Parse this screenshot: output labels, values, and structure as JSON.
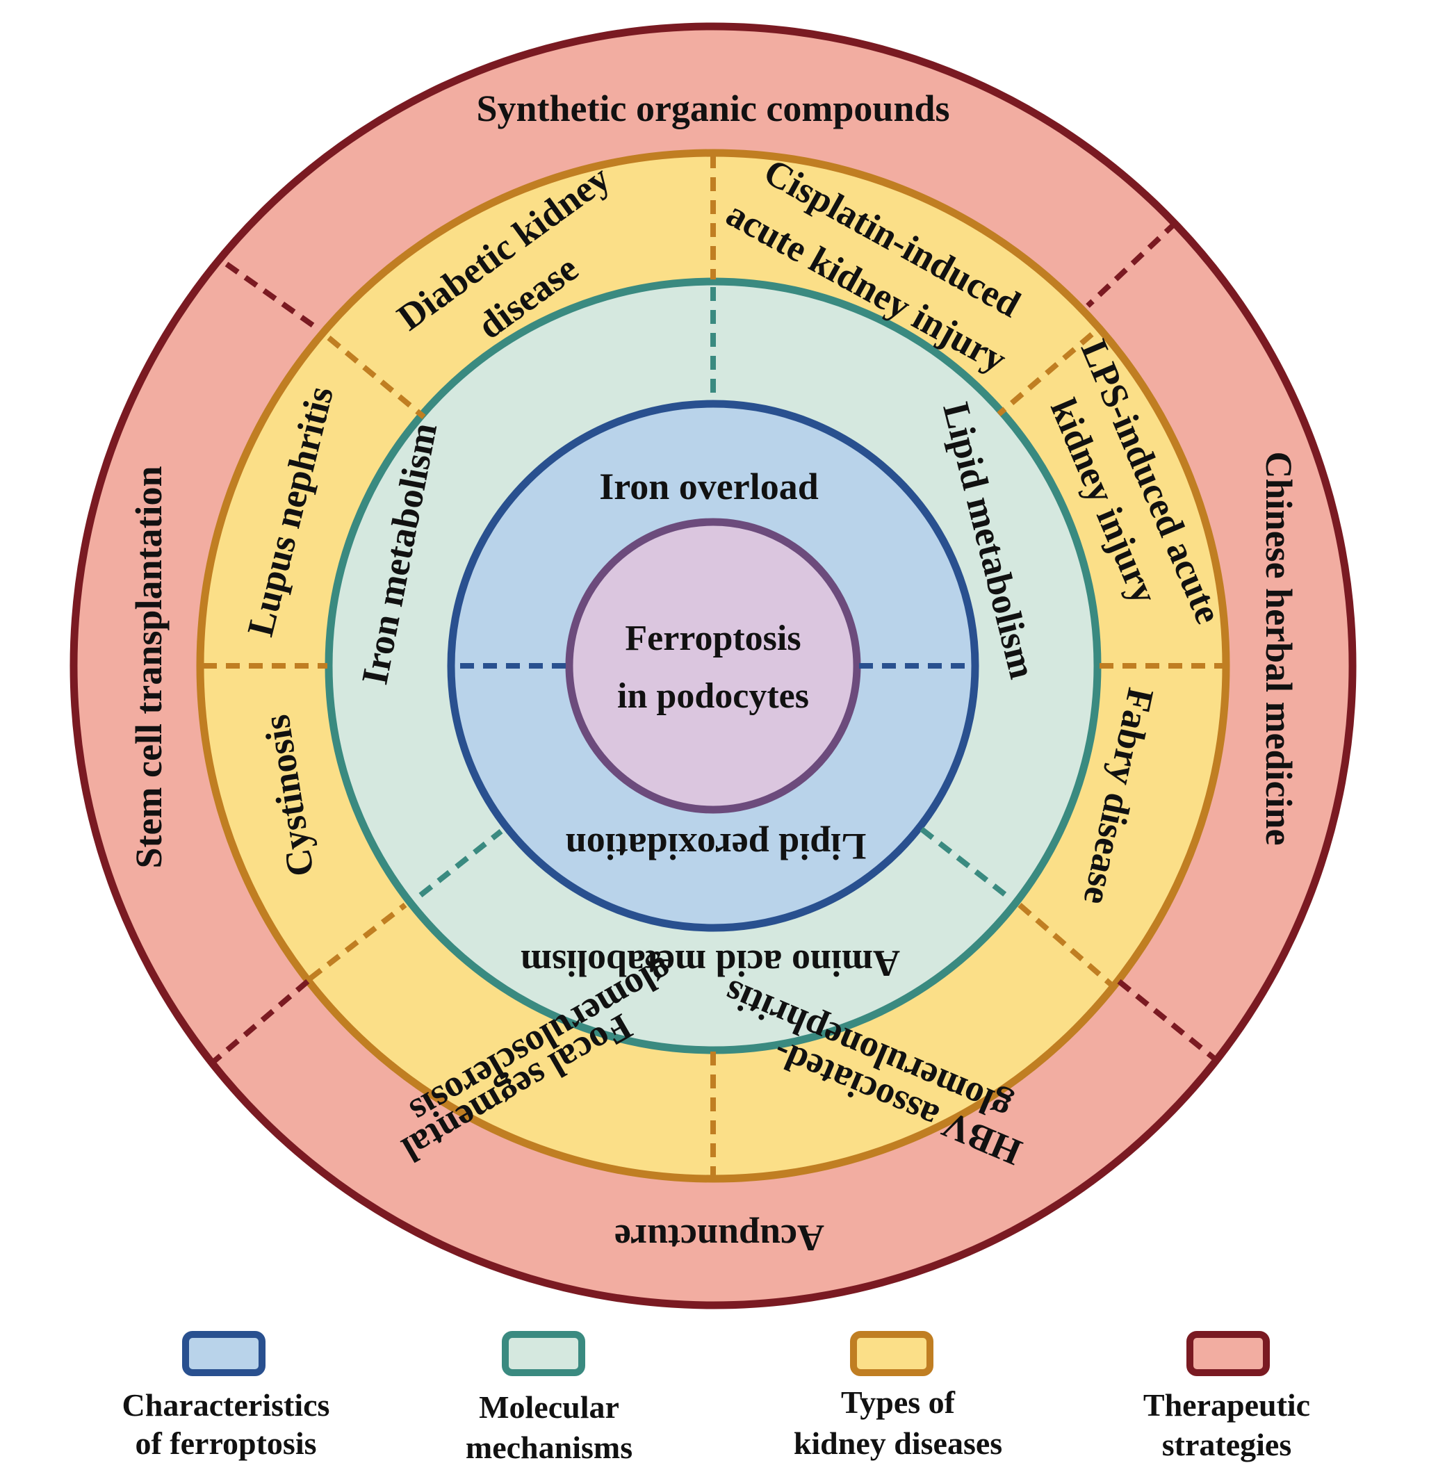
{
  "center": {
    "line1": "Ferroptosis",
    "line2": "in podocytes"
  },
  "characteristics": {
    "top": "Iron overload",
    "bottom": "Lipid peroxidation"
  },
  "mechanisms": {
    "iron": "Iron metabolism",
    "lipid": "Lipid metabolism",
    "amino": "Amino acid metabolism"
  },
  "diseases": {
    "diabetic_1": "Diabetic kidney",
    "diabetic_2": "disease",
    "cisplatin_1": "Cisplatin-induced",
    "cisplatin_2": "acute kidney injury",
    "lps_1": "LPS-induced acute",
    "lps_2": "kidney injury",
    "lupus": "Lupus nephritis",
    "cystinosis": "Cystinosis",
    "fabry": "Fabry disease",
    "hbv_1": "HBV associated-",
    "hbv_2": "glomerulonephritis",
    "fsgs_1": "Focal segmental",
    "fsgs_2": "glomerulosclerosis"
  },
  "strategies": {
    "synthetic": "Synthetic organic compounds",
    "herbal": "Chinese herbal medicine",
    "acupuncture": "Acupuncture",
    "stem_cell": "Stem cell transplantation"
  },
  "legend": {
    "characteristics_1": "Characteristics",
    "characteristics_2": "of ferroptosis",
    "mechanisms_1": "Molecular",
    "mechanisms_2": "mechanisms",
    "diseases_1": "Types of",
    "diseases_2": "kidney diseases",
    "strategies_1": "Therapeutic",
    "strategies_2": "strategies"
  },
  "colors": {
    "center_fill": "#dbc6df",
    "center_stroke": "#6c4b7c",
    "char_fill": "#b9d3ea",
    "char_stroke": "#29508f",
    "mech_fill": "#d5e8df",
    "mech_stroke": "#3a8a80",
    "disease_fill": "#fbdf88",
    "disease_stroke": "#c07e22",
    "strategy_fill": "#f2ada1",
    "strategy_stroke": "#7a1a22"
  }
}
